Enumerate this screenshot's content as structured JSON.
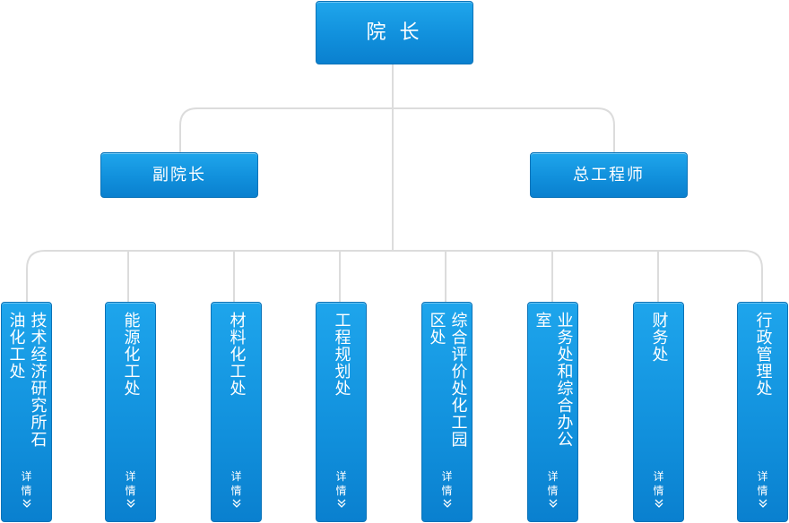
{
  "head": {
    "label": "院 长"
  },
  "deputies": [
    {
      "label": "副院长"
    },
    {
      "label": "总工程师"
    }
  ],
  "departments": [
    {
      "label": "技术经济研究所石油化工处"
    },
    {
      "label": "能源化工处"
    },
    {
      "label": "材料化工处"
    },
    {
      "label": "工程规划处"
    },
    {
      "label": "综合评价处化工园区处"
    },
    {
      "label": "业务处和综合办公室"
    },
    {
      "label": "财务处"
    },
    {
      "label": "行政管理处"
    }
  ],
  "detail_label": "详情",
  "colors": {
    "box": "#1190dc",
    "line": "#dcdcdc",
    "text": "#ffffff"
  }
}
